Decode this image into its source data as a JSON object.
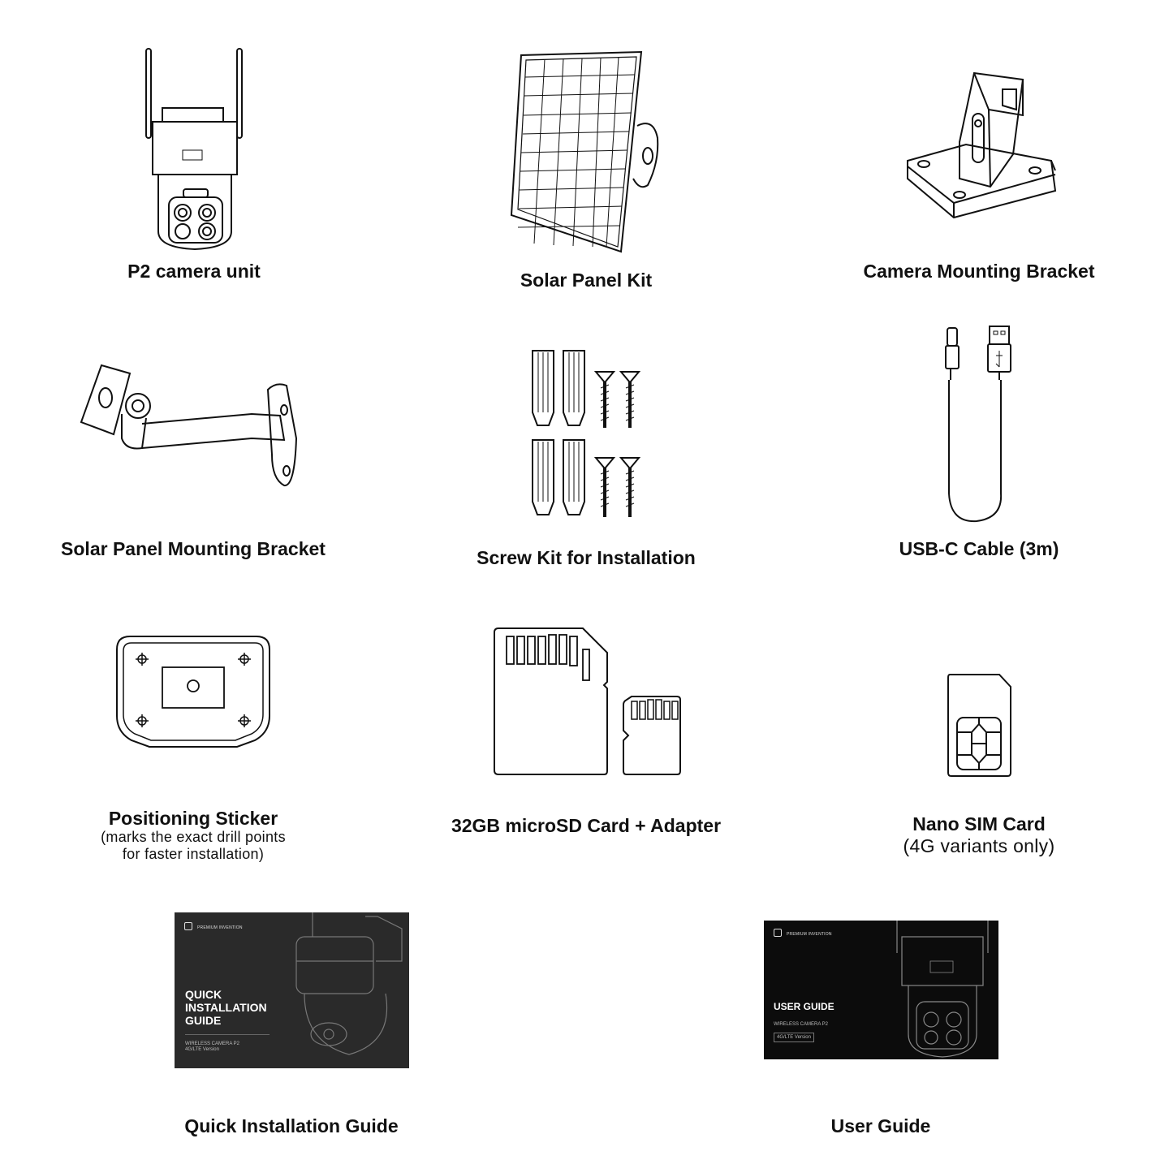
{
  "items": {
    "camera": {
      "label": "P2 camera unit",
      "icon": "camera-icon"
    },
    "solar_panel": {
      "label": "Solar Panel Kit",
      "icon": "solar-panel-icon"
    },
    "camera_bracket": {
      "label": "Camera Mounting Bracket",
      "icon": "camera-bracket-icon"
    },
    "solar_bracket": {
      "label": "Solar Panel Mounting Bracket",
      "icon": "solar-bracket-icon"
    },
    "screw_kit": {
      "label": "Screw Kit for Installation",
      "icon": "screw-kit-icon"
    },
    "usb_cable": {
      "label": "USB-C Cable (3m)",
      "icon": "usb-cable-icon"
    },
    "sticker": {
      "label": "Positioning Sticker",
      "sub1": "(marks the exact drill points",
      "sub2": "for faster installation)",
      "icon": "positioning-sticker-icon"
    },
    "sd_card": {
      "label": "32GB microSD Card + Adapter",
      "icon": "sd-card-icon"
    },
    "sim_card": {
      "label": "Nano SIM Card",
      "sub": "(4G variants only)",
      "icon": "sim-card-icon"
    },
    "quick_guide": {
      "label": "Quick Installation Guide",
      "brand": "PREMIUM INVENTION",
      "title_line1": "QUICK",
      "title_line2": "INSTALLATION",
      "title_line3": "GUIDE",
      "meta1": "WIRELESS CAMERA P2",
      "meta2": "4G/LTE Version"
    },
    "user_guide": {
      "label": "User Guide",
      "brand": "PREMIUM INVENTION",
      "title": "USER GUIDE",
      "meta1": "WIRELESS CAMERA P2",
      "meta2": "4G/LTE Version"
    }
  }
}
